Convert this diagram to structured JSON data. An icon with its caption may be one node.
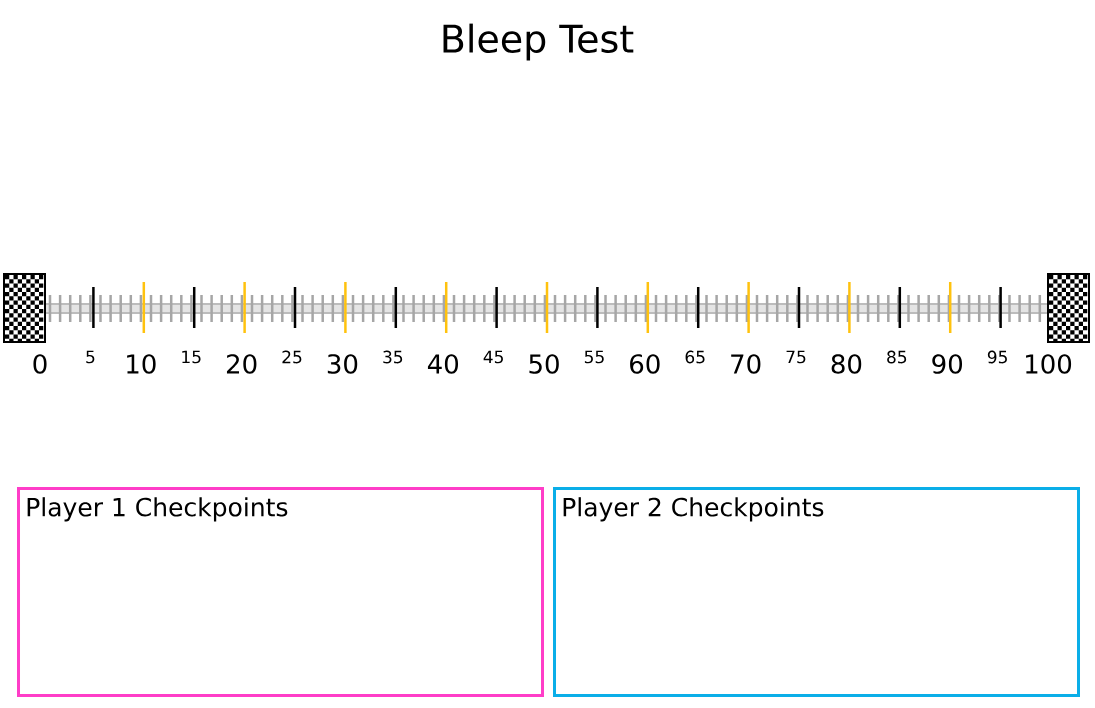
{
  "diagram": {
    "title": "Bleep Test",
    "nodes": [
      {
        "text": [
          "Player 1 Checkpoints"
        ]
      },
      {
        "text": [
          "Player 2 Checkpoints"
        ]
      }
    ],
    "labels": [
      "0",
      "5",
      "10",
      "15",
      "20",
      "25",
      "30",
      "35",
      "40",
      "45",
      "50",
      "55",
      "60",
      "65",
      "70",
      "75",
      "80",
      "85",
      "90",
      "95",
      "100"
    ]
  }
}
